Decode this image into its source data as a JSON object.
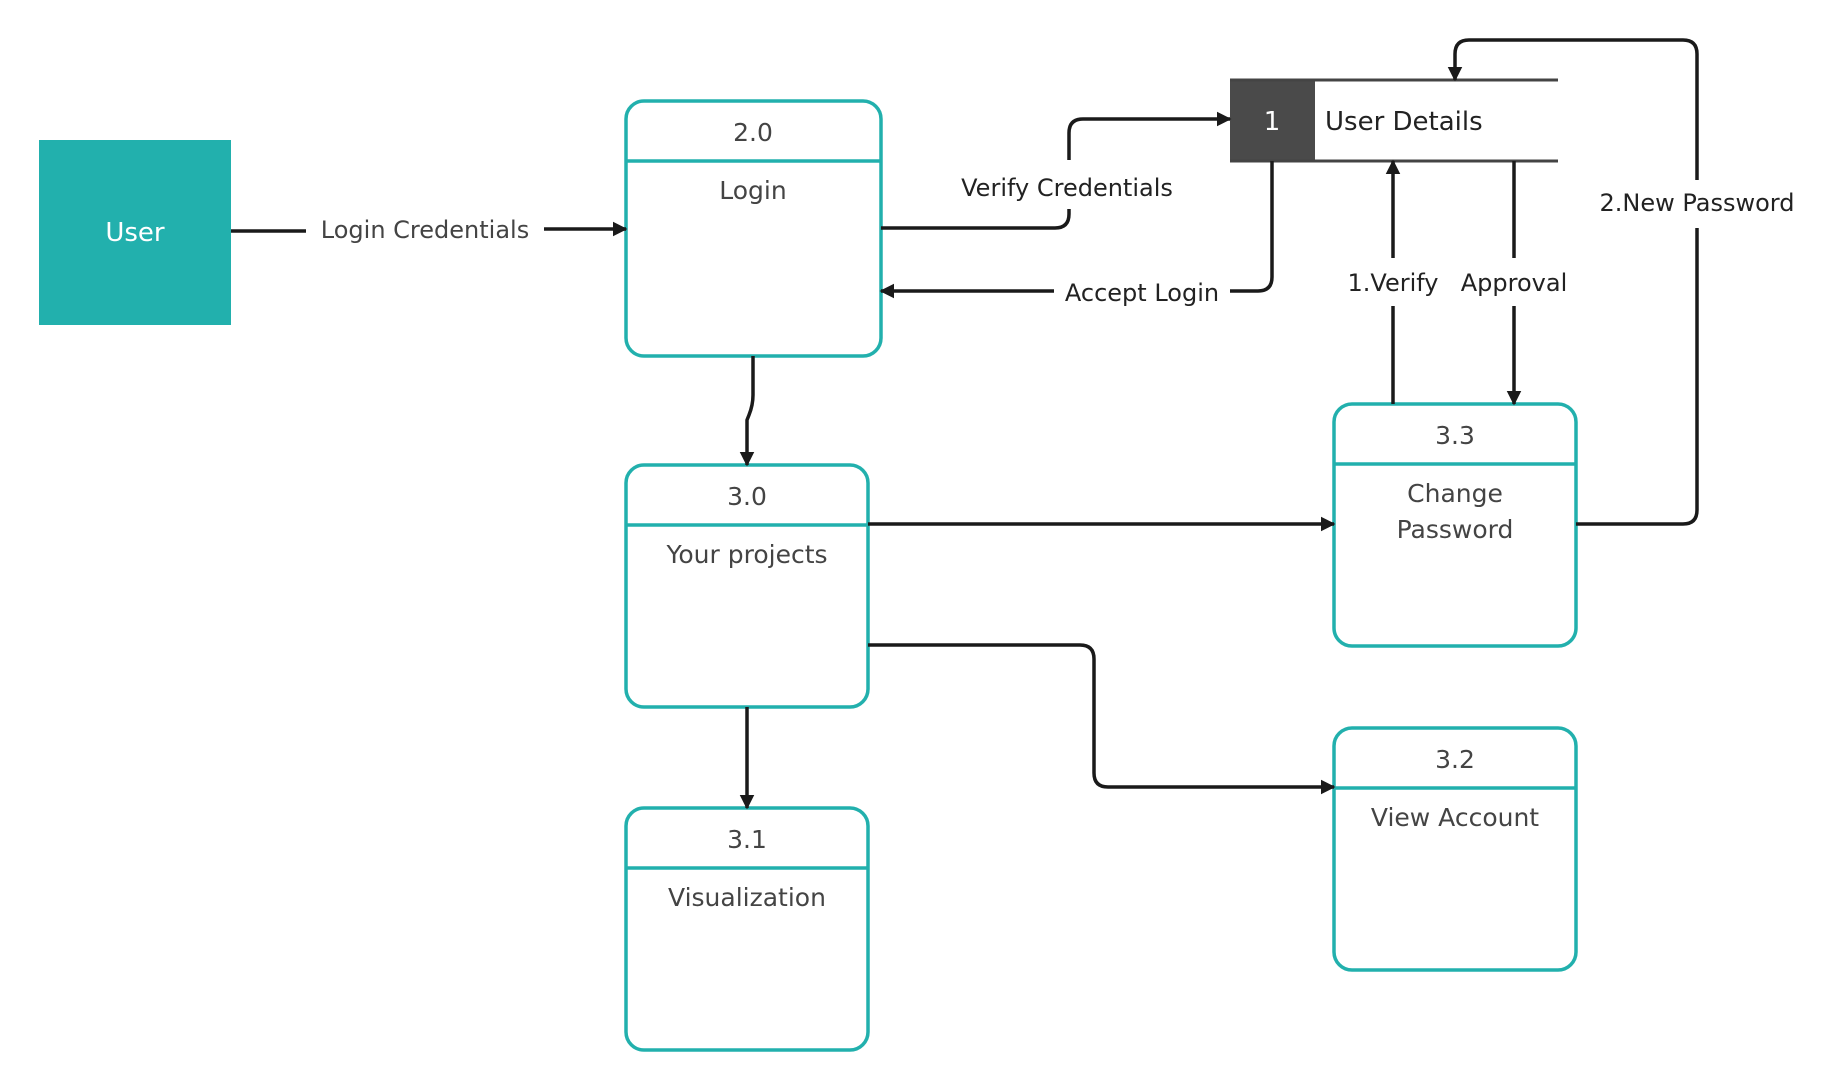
{
  "colors": {
    "accent": "#22b0ad",
    "store_id_fill": "#4a4a4a",
    "line": "#1a1a1a"
  },
  "entity": {
    "label": "User"
  },
  "store": {
    "id": "1",
    "label": "User Details"
  },
  "processes": {
    "p20": {
      "num": "2.0",
      "line1": "Login",
      "line2": ""
    },
    "p30": {
      "num": "3.0",
      "line1": "Your projects",
      "line2": ""
    },
    "p31": {
      "num": "3.1",
      "line1": "Visualization",
      "line2": ""
    },
    "p32": {
      "num": "3.2",
      "line1": "View Account",
      "line2": ""
    },
    "p33": {
      "num": "3.3",
      "line1": "Change",
      "line2": "Password"
    }
  },
  "flows": {
    "login_credentials": "Login Credentials",
    "verify_credentials": "Verify Credentials",
    "accept_login": "Accept Login",
    "verify": "1.Verify",
    "approval": "Approval",
    "new_password": "2.New Password"
  }
}
